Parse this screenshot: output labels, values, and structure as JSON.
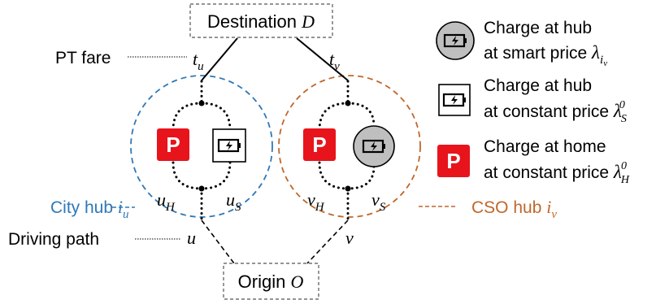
{
  "nodes": {
    "destination": {
      "label": "Destination ",
      "symbol": "D"
    },
    "origin": {
      "label": "Origin ",
      "symbol": "O"
    },
    "t_u": {
      "base": "t",
      "sub": "u"
    },
    "t_v": {
      "base": "t",
      "sub": "v"
    },
    "u": "u",
    "v": "v",
    "u_H": {
      "base": "u",
      "sub": "H"
    },
    "u_S": {
      "base": "u",
      "sub": "S"
    },
    "v_H": {
      "base": "v",
      "sub": "H"
    },
    "v_S": {
      "base": "v",
      "sub": "S"
    }
  },
  "annotations": {
    "pt_fare": "PT fare",
    "driving_path": "Driving path",
    "city_hub": {
      "label": "City hub ",
      "base": "i",
      "sub": "u"
    },
    "cso_hub": {
      "label": "CSO hub ",
      "base": "i",
      "sub": "v"
    }
  },
  "home_icon_letter": "P",
  "legend": [
    {
      "icon": "smart-hub-charger-icon",
      "line1": "Charge at hub",
      "line2": "at smart price ",
      "sym": "λ",
      "sub": "i",
      "subsub": "v"
    },
    {
      "icon": "constant-hub-charger-icon",
      "line1": "Charge at hub",
      "line2": "at constant price ",
      "sym": "λ",
      "sub": "S",
      "sup": "0"
    },
    {
      "icon": "home-charger-icon",
      "line1": "Charge at home",
      "line2": "at constant price ",
      "sym": "λ",
      "sub": "H",
      "sup": "0"
    }
  ],
  "colors": {
    "city_hub": "#2f78b8",
    "cso_hub": "#c0672a",
    "home_charger": "#e8141c",
    "smart_charger_fill": "#bfbfbf"
  }
}
